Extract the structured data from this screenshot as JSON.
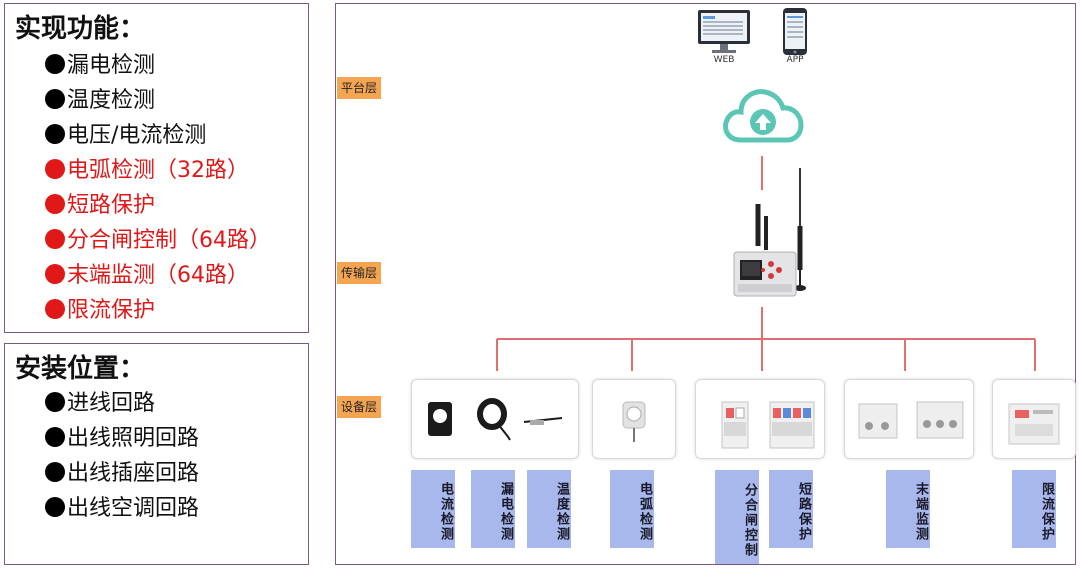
{
  "functions": {
    "title": "实现功能：",
    "items": [
      {
        "label": "漏电检测",
        "highlight": false
      },
      {
        "label": "温度检测",
        "highlight": false
      },
      {
        "label": "电压/电流检测",
        "highlight": false
      },
      {
        "label": "电弧检测（32路）",
        "highlight": true
      },
      {
        "label": "短路保护",
        "highlight": true
      },
      {
        "label": "分合闸控制（64路）",
        "highlight": true
      },
      {
        "label": "末端监测（64路）",
        "highlight": true
      },
      {
        "label": "限流保护",
        "highlight": true
      }
    ]
  },
  "install": {
    "title": "安装位置：",
    "items": [
      "进线回路",
      "出线照明回路",
      "出线插座回路",
      "出线空调回路"
    ]
  },
  "diagram": {
    "layers": {
      "platform": "平台层",
      "transport": "传输层",
      "device": "设备层"
    },
    "clients": {
      "web": "WEB",
      "app": "APP"
    },
    "functions": [
      "电流检测",
      "漏电检测",
      "温度检测",
      "电弧检测",
      "分合闸控制",
      "短路保护",
      "末端监测",
      "限流保护"
    ]
  },
  "colors": {
    "accent_red": "#e01818",
    "link_line": "#e07070",
    "tag_orange": "#f5a552",
    "func_box": "#a8b8ec",
    "cloud": "#5cc6b4"
  }
}
